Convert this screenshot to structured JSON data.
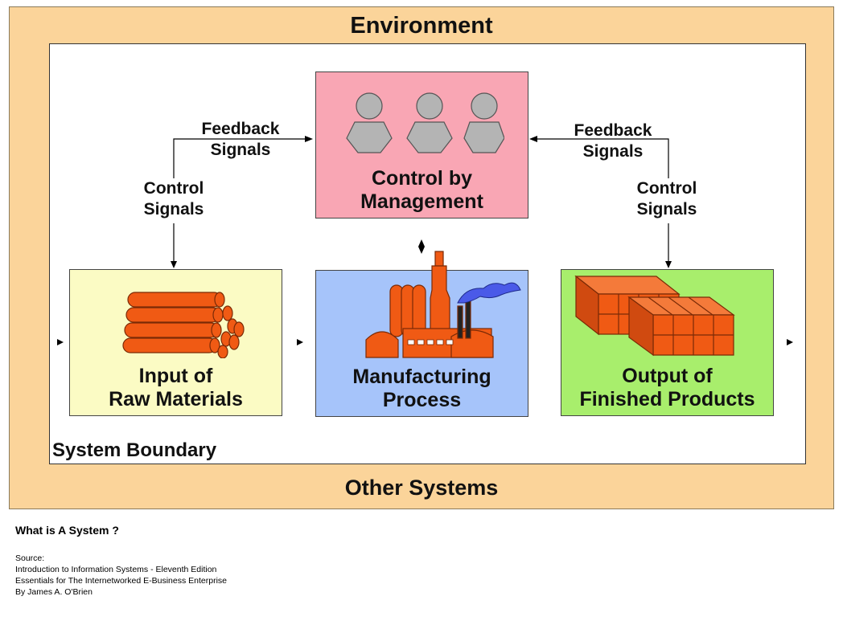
{
  "environment": "Environment",
  "other_systems": "Other Systems",
  "system_boundary": "System Boundary",
  "control_box": {
    "line1": "Control by",
    "line2": "Management"
  },
  "input_box": {
    "line1": "Input of",
    "line2": "Raw Materials"
  },
  "process_box": {
    "line1": "Manufacturing",
    "line2": "Process"
  },
  "output_box": {
    "line1": "Output of",
    "line2": "Finished Products"
  },
  "feedback_left": {
    "line1": "Feedback",
    "line2": "Signals"
  },
  "feedback_right": {
    "line1": "Feedback",
    "line2": "Signals"
  },
  "control_left": {
    "line1": "Control",
    "line2": "Signals"
  },
  "control_right": {
    "line1": "Control",
    "line2": "Signals"
  },
  "caption": {
    "title": "What is A System ?",
    "source_label": "Source:",
    "line1": "Introduction to Information Systems - Eleventh Edition",
    "line2": "Essentials for The Internetworked E-Business Enterprise",
    "line3": "By James A. O'Brien"
  },
  "colors": {
    "environment": "#fbd49a",
    "control_box": "#f9a6b4",
    "input_box": "#fbfbc4",
    "process_box": "#a6c4fa",
    "output_box": "#a8ee6c",
    "icon_orange": "#f05a14",
    "people_gray": "#b4b4b4"
  },
  "icons": [
    "people-icon",
    "logs-icon",
    "factory-icon",
    "bricks-icon"
  ]
}
